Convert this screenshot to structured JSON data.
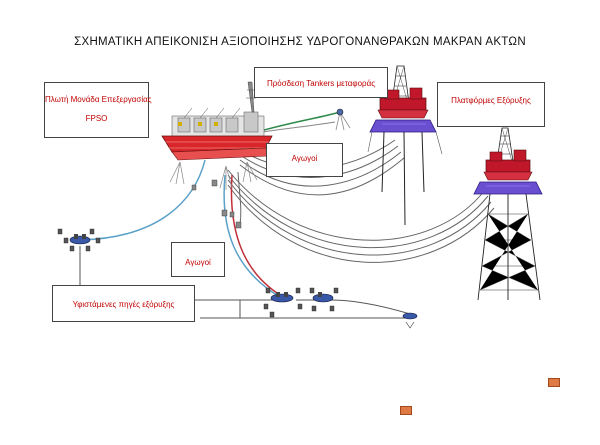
{
  "title": "ΣΧΗΜΑΤΙΚΗ ΑΠΕΙΚΟΝΙΣΗ ΑΞΙΟΠΟΙΗΣΗΣ ΥΔΡΟΓΟΝΑΝΘΡΑΚΩΝ ΜΑΚΡΑΝ ΑΚΤΩΝ",
  "labels": {
    "fpso_line1": "Πλωτή Μονάδα Επεξεργασίας",
    "fpso_line2": "FPSO",
    "tanker": "Πρόσδεση Tankers μεταφοράς",
    "platforms": "Πλατφόρμες Εξόρυξης",
    "pipelines_upper": "Αγωγοί",
    "pipelines_lower": "Αγωγοί",
    "existing_wells": "Υφιστάμενες πηγές εξόρυξης"
  },
  "colors": {
    "label_text": "#c00000",
    "hull_red": "#d8262a",
    "platform_red": "#c0182a",
    "platform_purple": "#6a4fd0",
    "riser_blue": "#5aa0c8",
    "riser_red": "#c0303a",
    "flowline_gray": "#666666",
    "marker_orange": "#e07a45"
  },
  "icons": {
    "fpso": "fpso-vessel-icon",
    "platform": "offshore-platform-icon",
    "manifold": "subsea-manifold-icon",
    "wellhead": "wellhead-icon",
    "buoy": "mooring-buoy-icon"
  }
}
